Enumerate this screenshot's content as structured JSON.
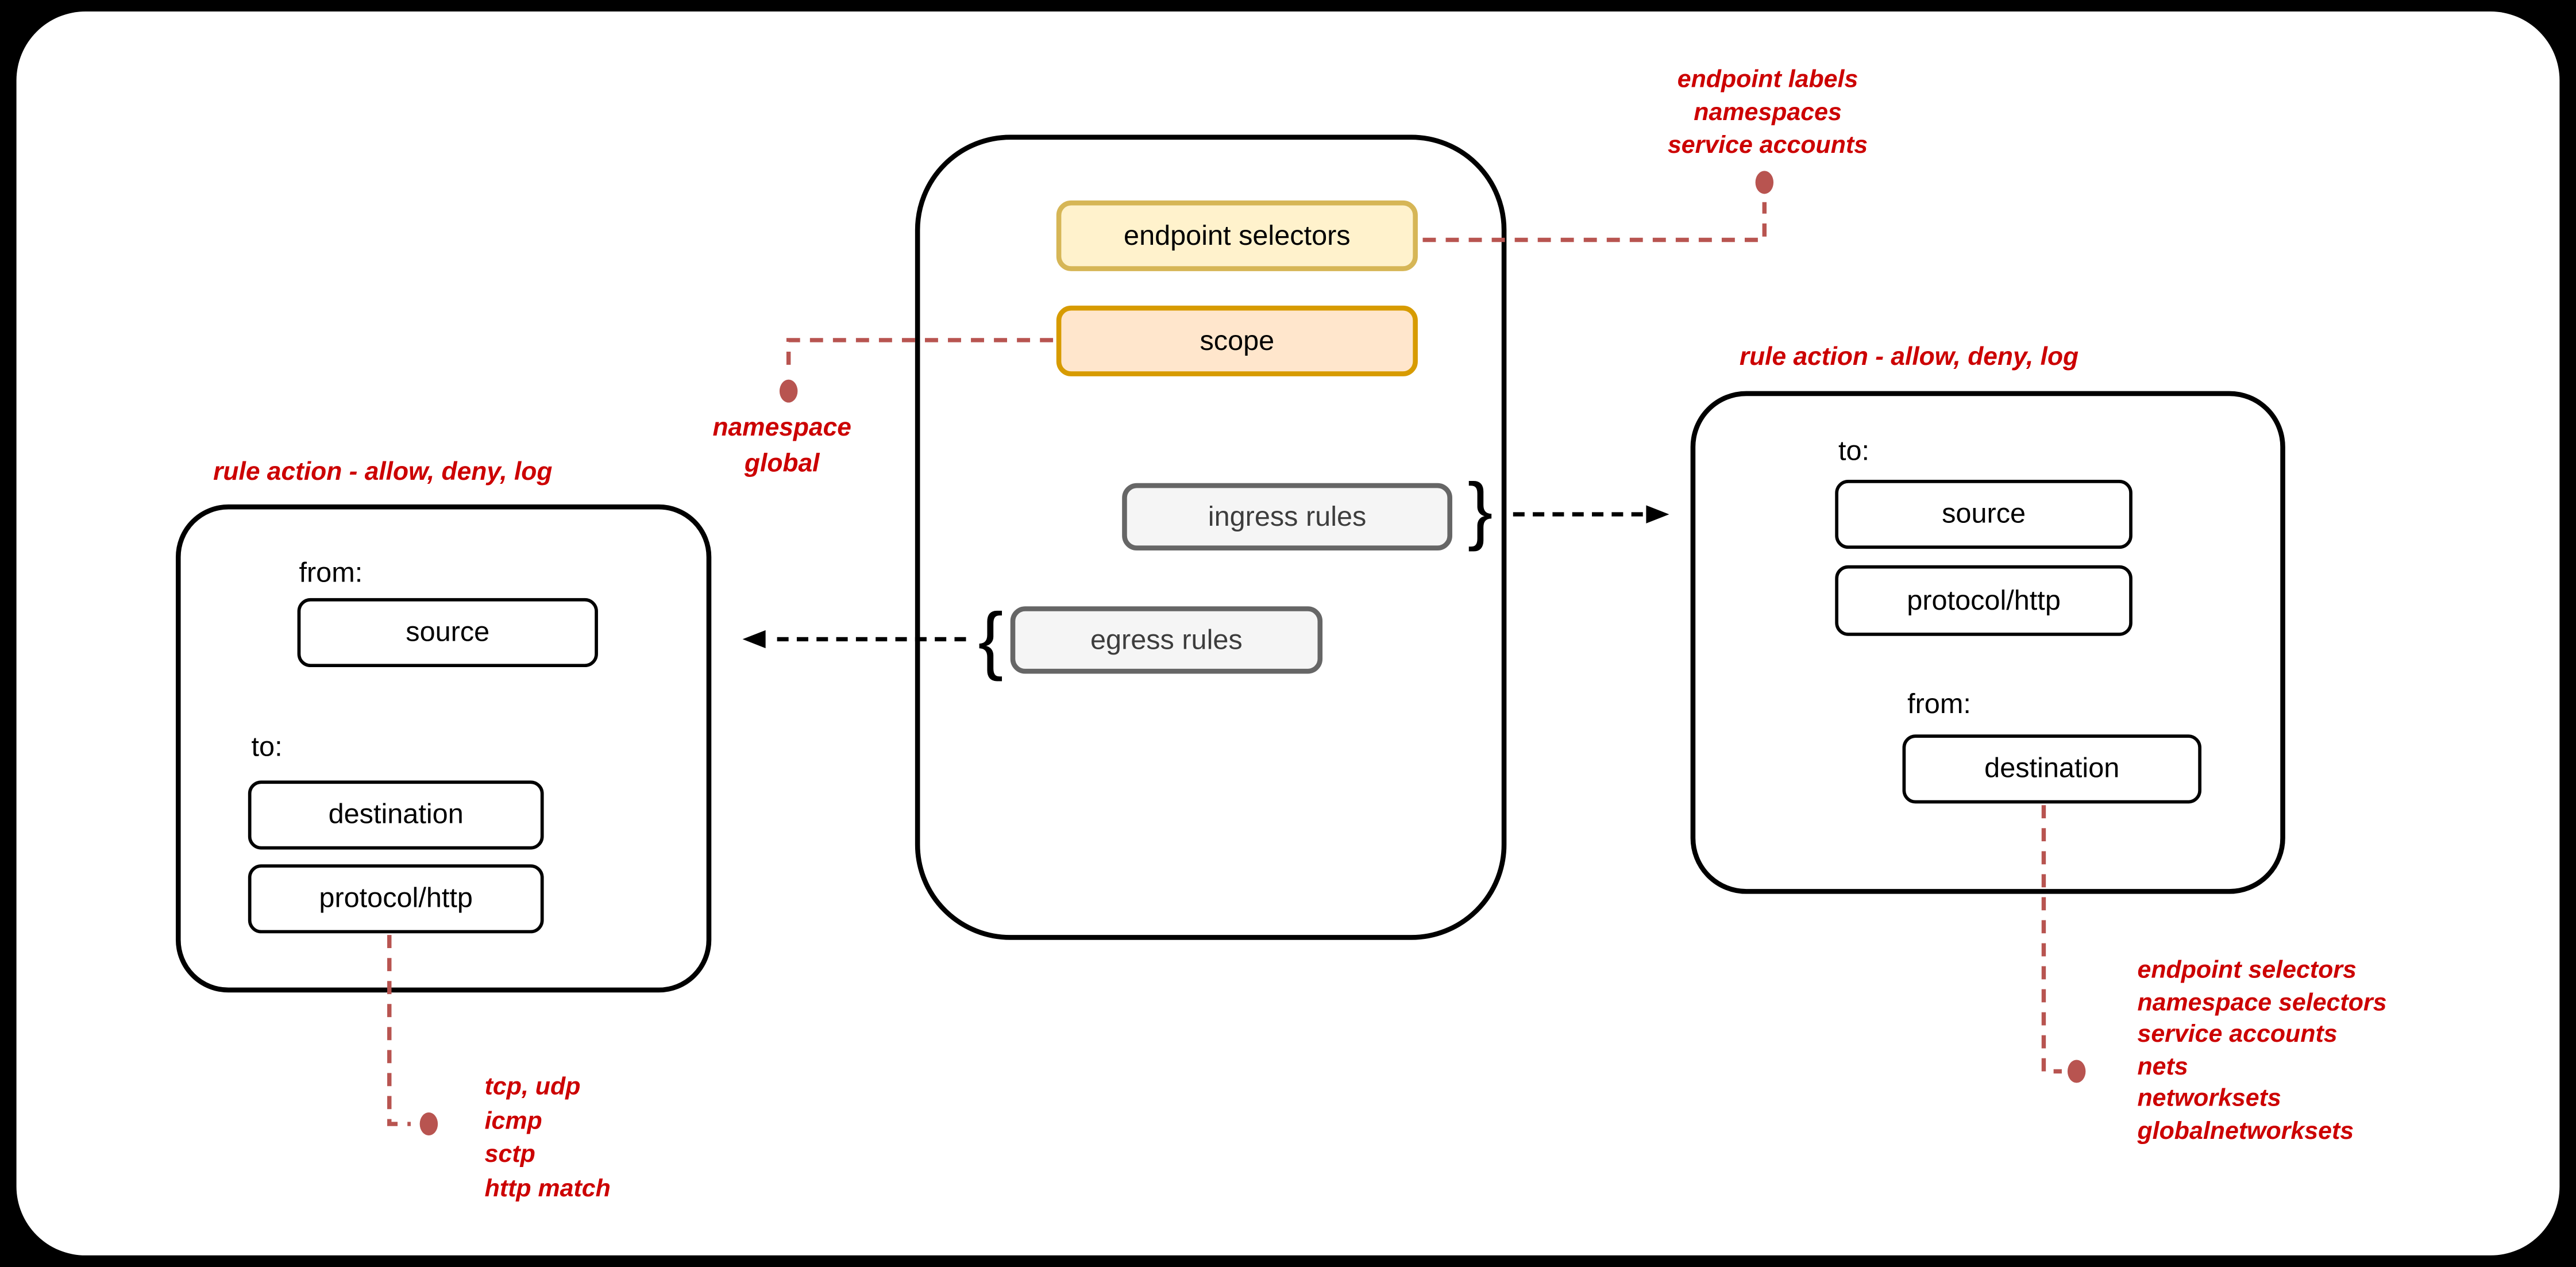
{
  "colors": {
    "page_bg": "#000000",
    "canvas_bg": "#ffffff",
    "annotation_red": "#CC0000",
    "connector_red": "#B85450",
    "endpoint_selectors_fill": "#FFF2CC",
    "endpoint_selectors_border": "#D6B656",
    "scope_fill": "#FFE6CC",
    "scope_border": "#D79B00",
    "rules_fill": "#F5F5F5",
    "rules_border": "#666666",
    "line_black": "#000000"
  },
  "central": {
    "endpoint_selectors": "endpoint selectors",
    "scope": "scope",
    "ingress_rules": "ingress rules",
    "egress_rules": "egress rules"
  },
  "glyphs": {
    "ingress_brace": "}",
    "egress_brace": "{"
  },
  "egress_detail": {
    "title": "rule action - allow, deny, log",
    "from_label": "from:",
    "source": "source",
    "to_label": "to:",
    "destination": "destination",
    "protocol": "protocol/http"
  },
  "ingress_detail": {
    "title": "rule action - allow, deny, log",
    "to_label": "to:",
    "source": "source",
    "protocol": "protocol/http",
    "from_label": "from:",
    "destination": "destination"
  },
  "notes": {
    "selectors": [
      "endpoint labels",
      "namespaces",
      "service accounts"
    ],
    "scope": [
      "namespace",
      "global"
    ],
    "protocol": [
      "tcp, udp",
      "icmp",
      "sctp",
      "http match"
    ],
    "destination": [
      "endpoint selectors",
      "namespace selectors",
      "service accounts",
      "nets",
      "networksets",
      "globalnetworksets"
    ]
  }
}
